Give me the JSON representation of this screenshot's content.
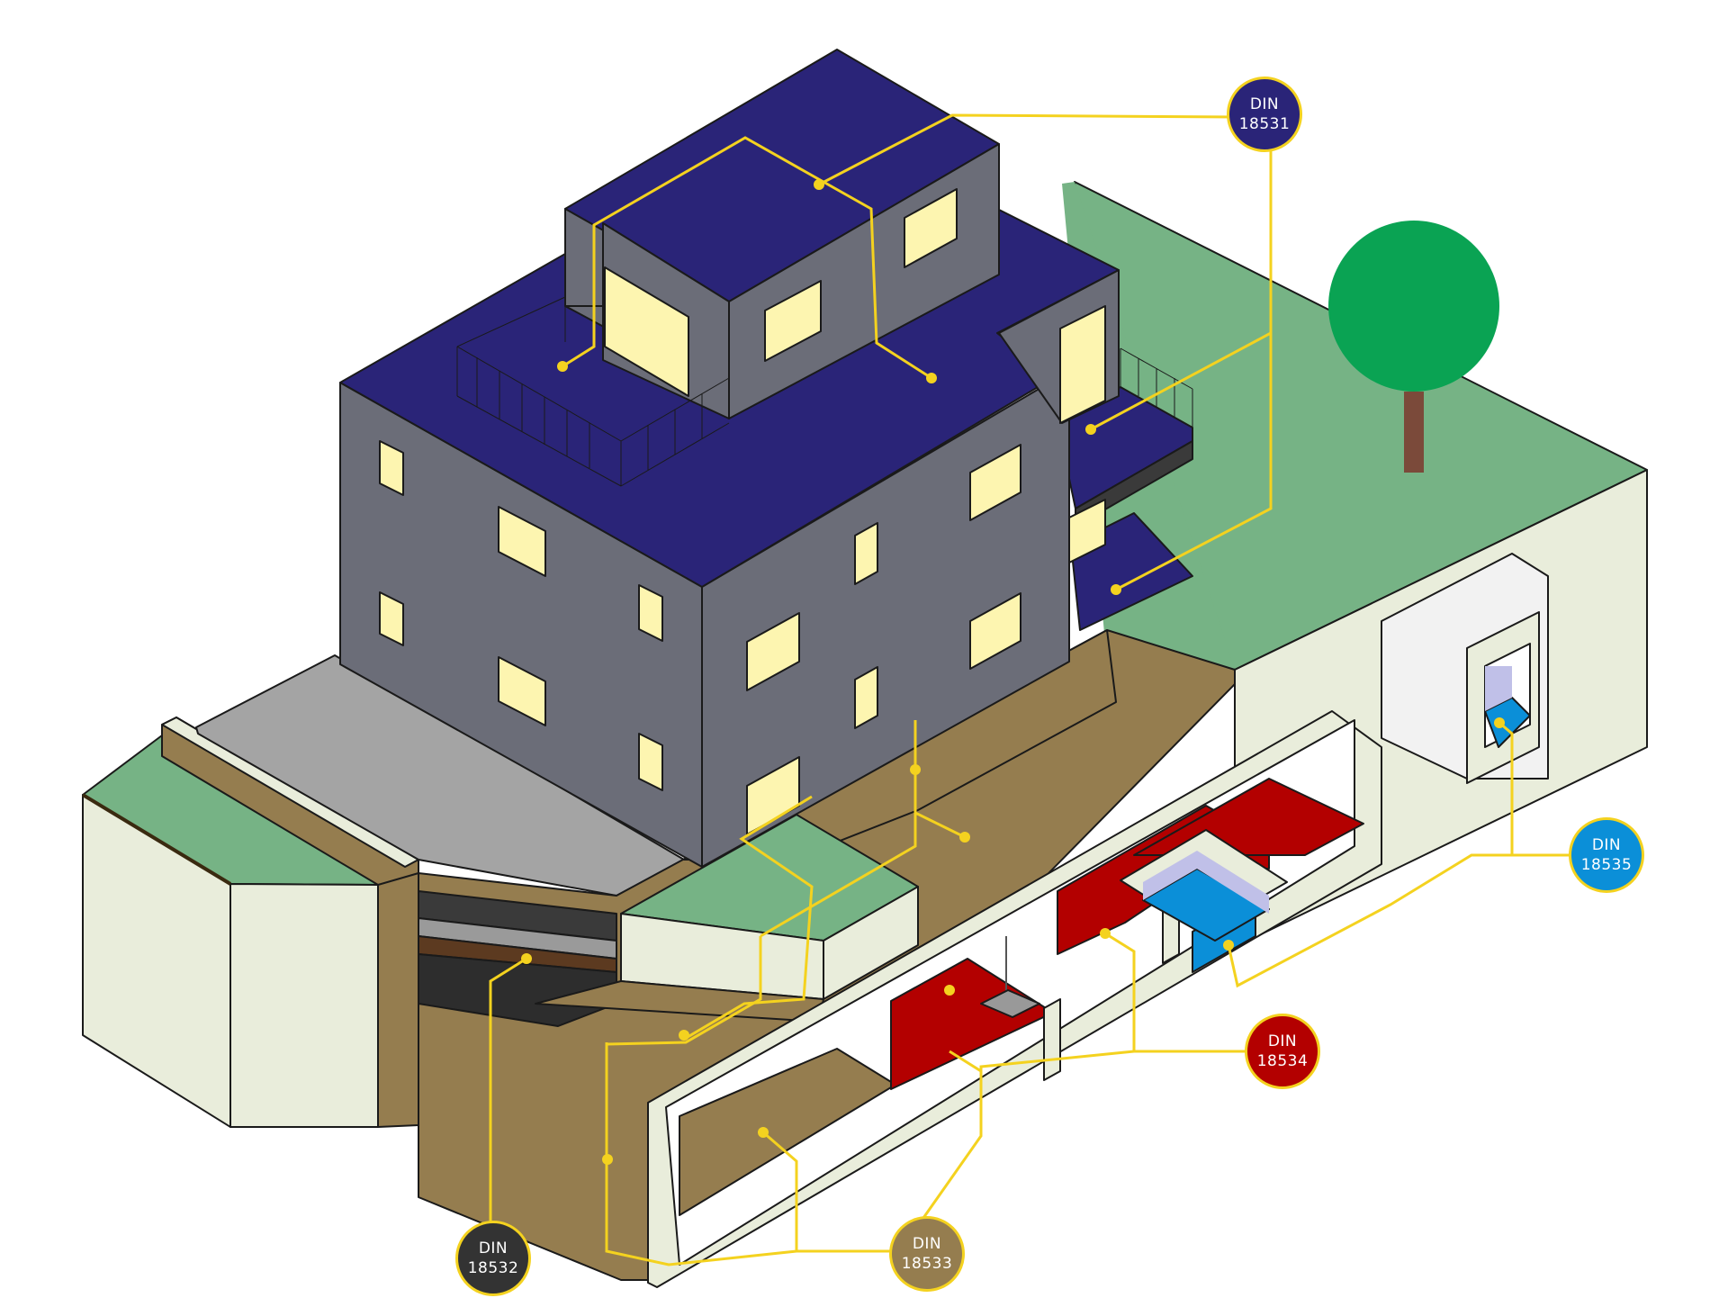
{
  "colors": {
    "roof": "#2a2478",
    "wall": "#6b6d78",
    "window": "#fdf5b0",
    "soil": "#957d4f",
    "grass": "#76b385",
    "concrete": "#e9eddb",
    "wet_room": "#b30000",
    "pool": "#0b8fd8",
    "leader": "#f4d21f",
    "tree": "#0aa353",
    "trunk": "#7b4a3a"
  },
  "badges": [
    {
      "id": "din-18531",
      "line1": "DIN",
      "line2": "18531",
      "color": "#2a2478"
    },
    {
      "id": "din-18532",
      "line1": "DIN",
      "line2": "18532",
      "color": "#333333"
    },
    {
      "id": "din-18533",
      "line1": "DIN",
      "line2": "18533",
      "color": "#957d4f"
    },
    {
      "id": "din-18534",
      "line1": "DIN",
      "line2": "18534",
      "color": "#b30000"
    },
    {
      "id": "din-18535",
      "line1": "DIN",
      "line2": "18535",
      "color": "#0b8fd8"
    }
  ]
}
